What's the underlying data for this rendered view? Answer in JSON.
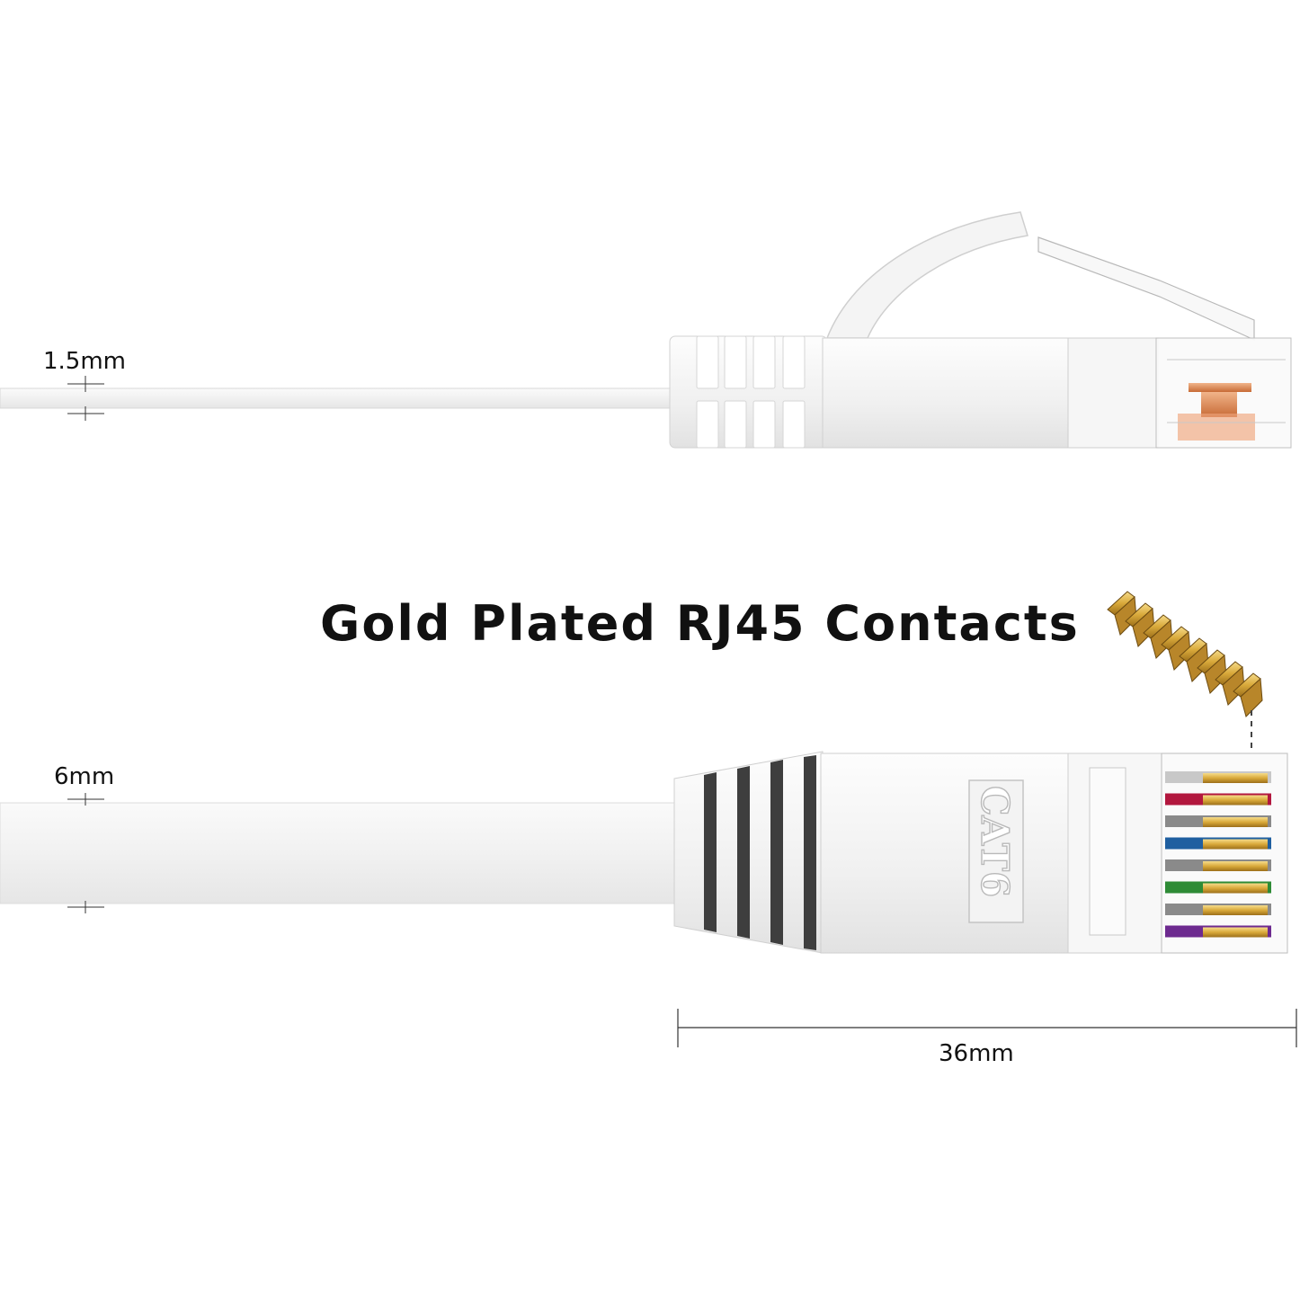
{
  "side_view": {
    "thickness_label": "1.5mm"
  },
  "top_view": {
    "width_label": "6mm",
    "length_label": "36mm",
    "plug_marking": "CAT6"
  },
  "headline": "Gold Plated RJ45 Contacts",
  "wire_colors": [
    "#c8c8c8",
    "#b2173e",
    "#8a8a8a",
    "#1f5fa0",
    "#8a8a8a",
    "#2e8b36",
    "#8a8a8a",
    "#6d2a8f"
  ],
  "colors": {
    "cable": "#f3f3f3",
    "boot_shadow": "#d4d4d4",
    "gold": "#d9a93a",
    "text": "#111111"
  }
}
